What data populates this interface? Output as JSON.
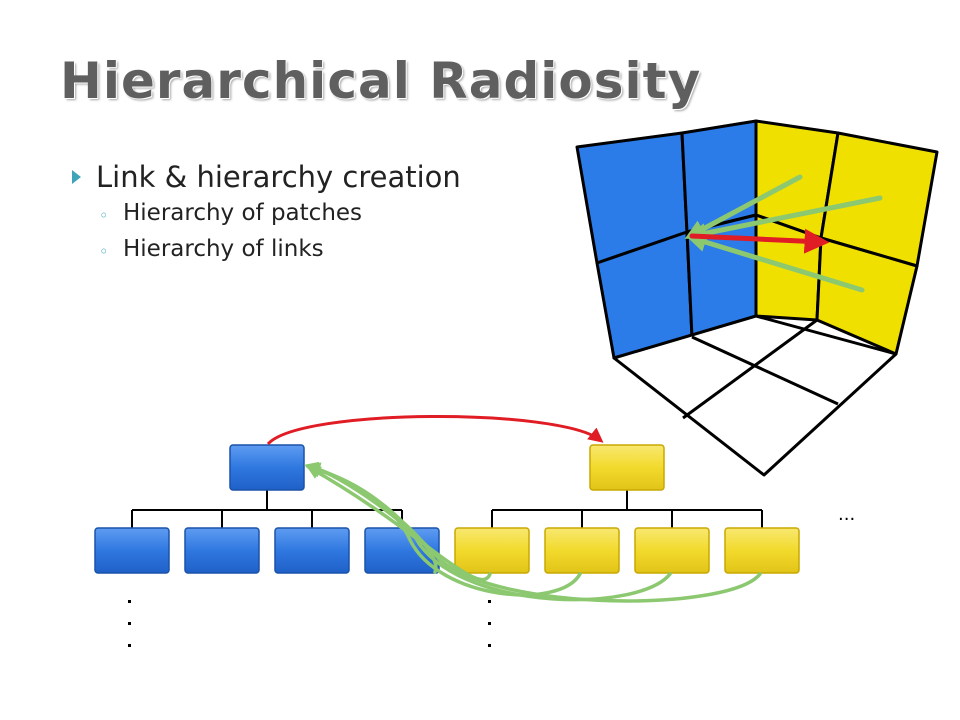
{
  "slide": {
    "title": "Hierarchical Radiosity",
    "bullet": "Link & hierarchy creation",
    "sub_bullets": [
      "Hierarchy of patches",
      "Hierarchy of links"
    ]
  },
  "diagram": {
    "ellipsis": "...",
    "colors": {
      "blue_patch": "#2b7be8",
      "yellow_patch": "#f0e000",
      "tree_blue": "#2f78e0",
      "tree_yellow": "#f2da2c",
      "red_link": "#e01c24",
      "green_link": "#8cc870"
    }
  }
}
